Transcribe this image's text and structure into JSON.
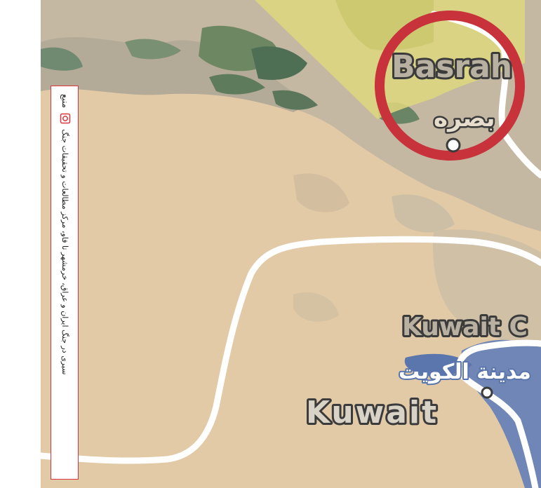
{
  "map": {
    "labels": {
      "basrah_en": "Basrah",
      "basrah_ar": "بصره",
      "kuwait_city_en": "Kuwait C",
      "kuwait_city_ar": "مدينة الكويت",
      "kuwait_en": "Kuwait"
    },
    "colors": {
      "desert": "#e2caa7",
      "desert_dark": "#cfc0a6",
      "grey_land": "#b9b09e",
      "vegetation": "#6e8763",
      "vegetation_dark": "#4f6f55",
      "highlight_yellow": "#dcd67e",
      "water": "#6f86b6",
      "water_dark": "#5a76ad",
      "border": "#ffffff",
      "circle": "#c8323a"
    }
  },
  "source": {
    "label": "منبع",
    "text": "سیری در جنگ ایران و عراق، خرمشهر تا فاو، مرکز مطالعات و تحقیقات جنگ",
    "icon": "document-icon"
  }
}
